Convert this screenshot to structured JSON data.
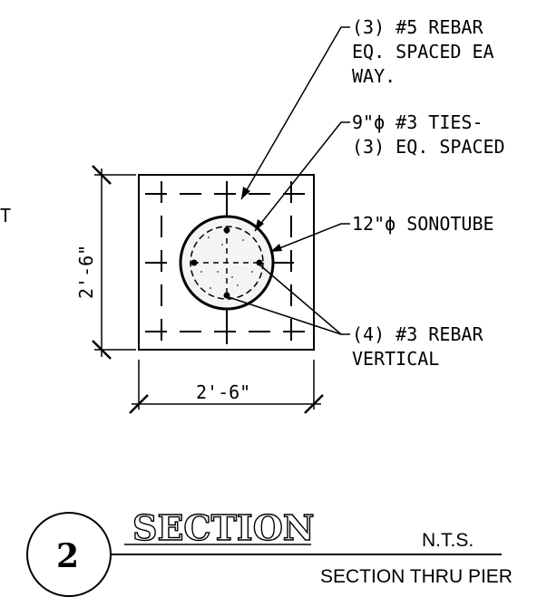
{
  "callouts": {
    "top_rebar": [
      "(3) #5 REBAR",
      "EQ. SPACED EA",
      "WAY."
    ],
    "ties": [
      "9\"ϕ #3 TIES-",
      "(3) EQ. SPACED"
    ],
    "sonotube": "12\"ϕ SONOTUBE",
    "vertical_rebar": [
      "(4) #3 REBAR",
      "VERTICAL"
    ],
    "left_partial": "T"
  },
  "dimensions": {
    "vertical": "2'-6\"",
    "horizontal": "2'-6\""
  },
  "title_block": {
    "number": "2",
    "title": "SECTION",
    "scale": "N.T.S.",
    "subtitle": "SECTION THRU PIER"
  }
}
